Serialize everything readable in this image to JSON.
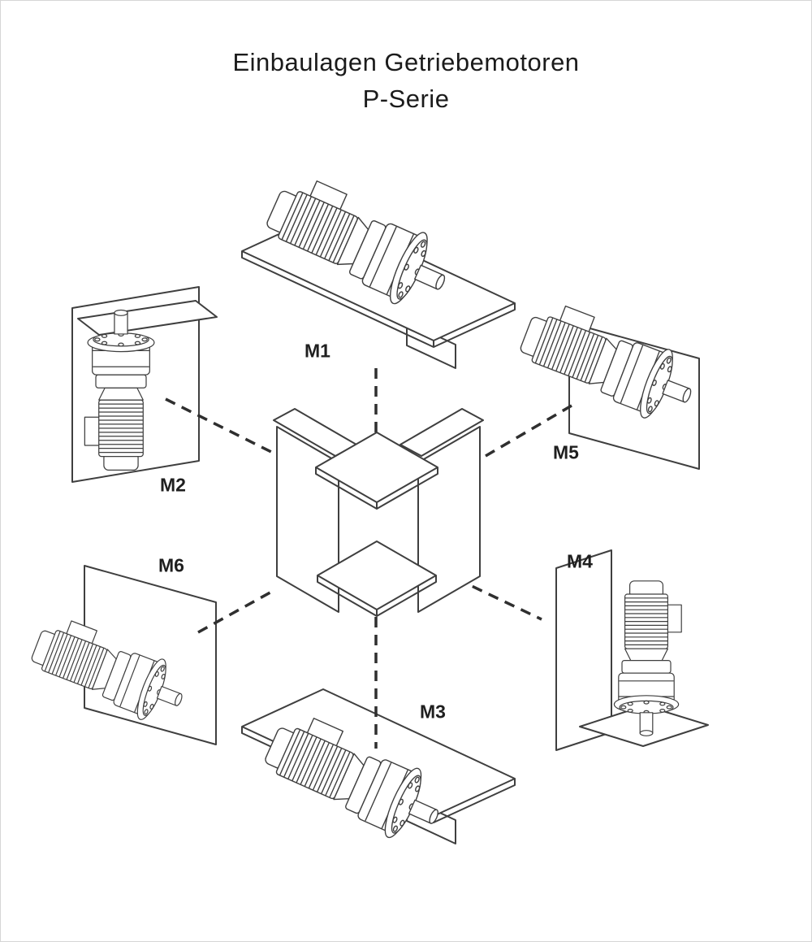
{
  "page": {
    "title_line1": "Einbaulagen Getriebemotoren",
    "title_line2": "P-Serie"
  },
  "labels": [
    {
      "id": "M1"
    },
    {
      "id": "M2"
    },
    {
      "id": "M3"
    },
    {
      "id": "M4"
    },
    {
      "id": "M5"
    },
    {
      "id": "M6"
    }
  ],
  "diagram": {
    "type": "mounting-positions",
    "series_name": "P-Serie",
    "positions": [
      "M1",
      "M2",
      "M3",
      "M4",
      "M5",
      "M6"
    ]
  },
  "colors": {
    "line_color": "#3f3f3f",
    "dash_color": "#2f2f2f",
    "text_color": "#1b1b1b",
    "background": "#ffffff"
  }
}
